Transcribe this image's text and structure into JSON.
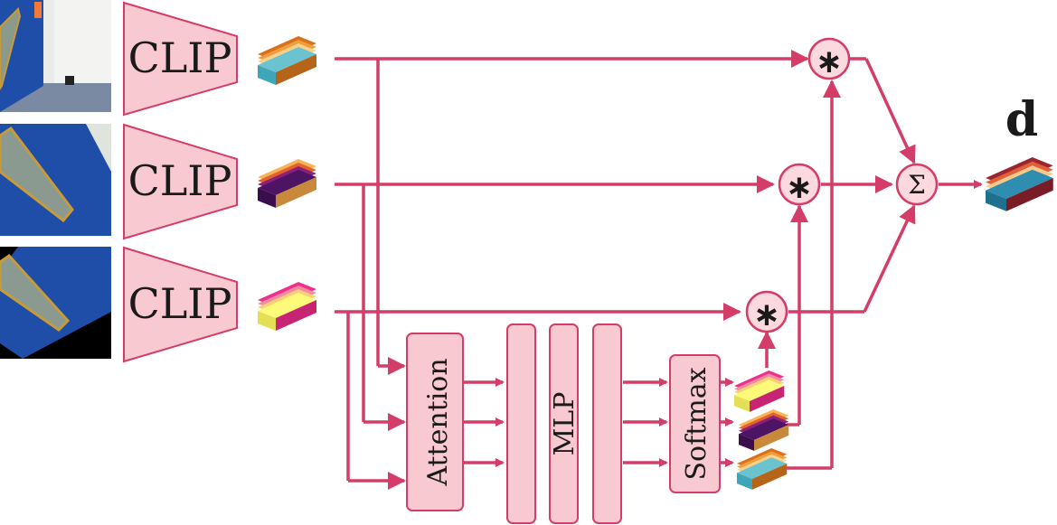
{
  "encoders": [
    {
      "label": "CLIP"
    },
    {
      "label": "CLIP"
    },
    {
      "label": "CLIP"
    }
  ],
  "blocks": {
    "attention": "Attention",
    "mlp": "MLP",
    "softmax": "Softmax"
  },
  "operators": {
    "multiply": "∗",
    "sum": "Σ"
  },
  "output": {
    "label": "d"
  },
  "colors": {
    "wire": "#d43d68",
    "box_fill": "#f9c9d2",
    "embedding_1": [
      "#6cc3d0",
      "#fbd28b",
      "#f39c3c",
      "#d8711b"
    ],
    "embedding_2": [
      "#4e1464",
      "#8a2079",
      "#e4612c",
      "#f6b457"
    ],
    "embedding_3": [
      "#fdfa7a",
      "#f8d07a",
      "#f48aa0",
      "#ef2f8d"
    ],
    "output_embedding": [
      "#2f8db0",
      "#f7c98a",
      "#e0603a",
      "#9b2530"
    ]
  },
  "icons": {
    "view_images": [
      "photo-office-door-icon",
      "photo-door-closeup-icon",
      "photo-door-dark-icon"
    ],
    "embeddings": "stacked-bars-embedding-icon"
  }
}
